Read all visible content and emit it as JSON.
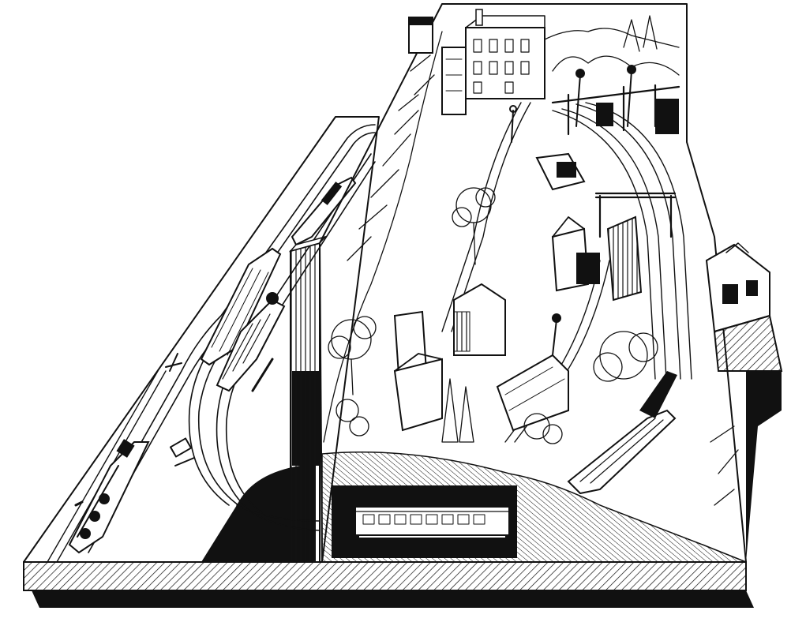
{
  "illustration": {
    "subject": "model-railway-layout",
    "style": "pen-and-ink line drawing",
    "palette": {
      "ink": "#111111",
      "paper": "#ffffff"
    }
  },
  "components": {
    "lower_level": [
      "oval-track",
      "siding-track",
      "steam-locomotive",
      "passenger-cars",
      "freight-train",
      "track-signals"
    ],
    "upper_level": [
      "town-buildings",
      "station-building",
      "overhead-gantry",
      "signal-posts",
      "trees",
      "tunnel-portal",
      "mountain-backdrop",
      "curved-mainline"
    ],
    "cutaway": [
      "tunnel-opening",
      "coach-in-tunnel"
    ],
    "side_structure": [
      "signal-box-building"
    ]
  }
}
